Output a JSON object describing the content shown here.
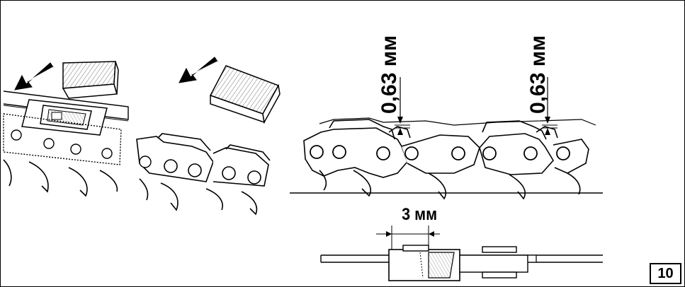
{
  "dimensions": {
    "depth_gauge_left": "0,63 мм",
    "depth_gauge_right": "0,63 мм",
    "top_plate_spacing": "3 мм"
  },
  "page_number": "10",
  "colors": {
    "ink": "#000000",
    "paper": "#ffffff",
    "file_hatch": "#777777"
  },
  "icons": {
    "direction_arrows": "arrow-down-left-icon"
  }
}
